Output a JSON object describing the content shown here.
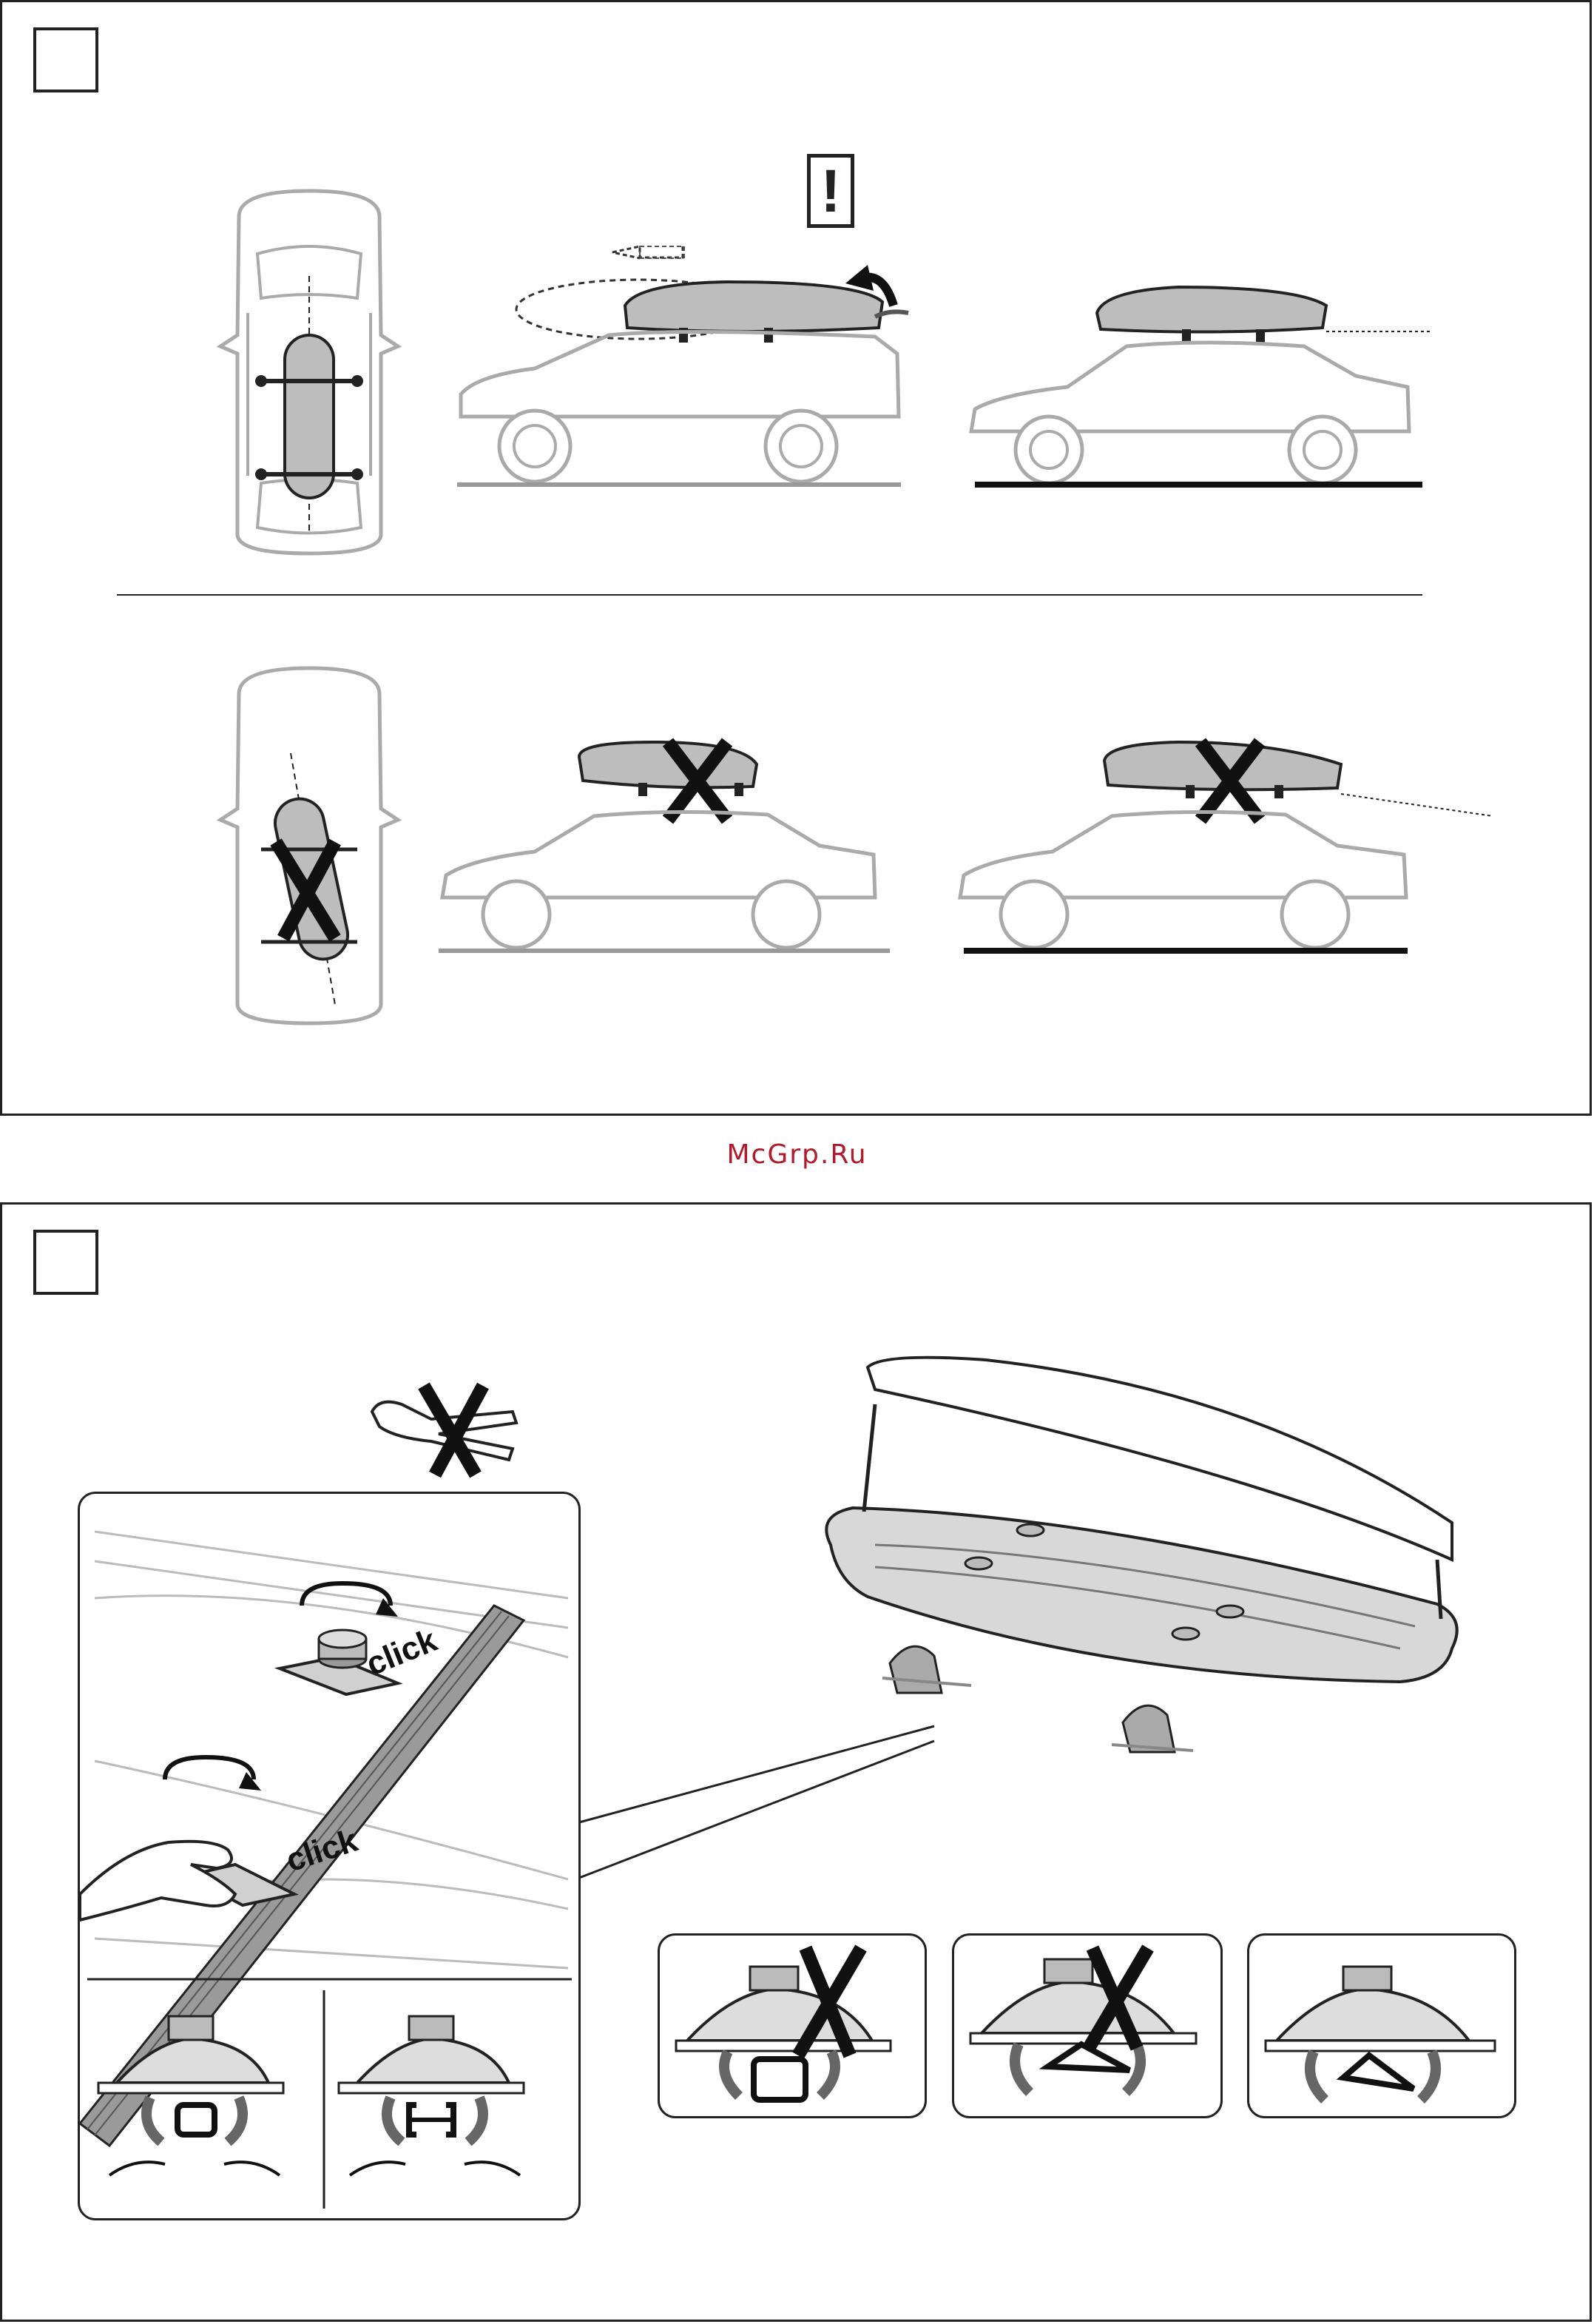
{
  "watermark": {
    "text": "McGrp.Ru",
    "color": "#b01a2a"
  },
  "panel1": {
    "warning_symbol": "!",
    "icons": [
      "car-top-view-icon",
      "roof-box-icon",
      "warning-icon",
      "direction-arrow-icon",
      "cross-icon"
    ]
  },
  "panel2": {
    "click_label_upper": "click",
    "click_label_lower": "click",
    "icons": [
      "pliers-icon",
      "cross-icon",
      "knob-icon",
      "rotate-arrow-icon",
      "hand-icon",
      "mounting-clamp-icon"
    ]
  },
  "colors": {
    "line": "#222222",
    "gray": "#9a9a9a",
    "fill_gray": "#bdbdbd",
    "dark_fill": "#8c8c8c"
  }
}
